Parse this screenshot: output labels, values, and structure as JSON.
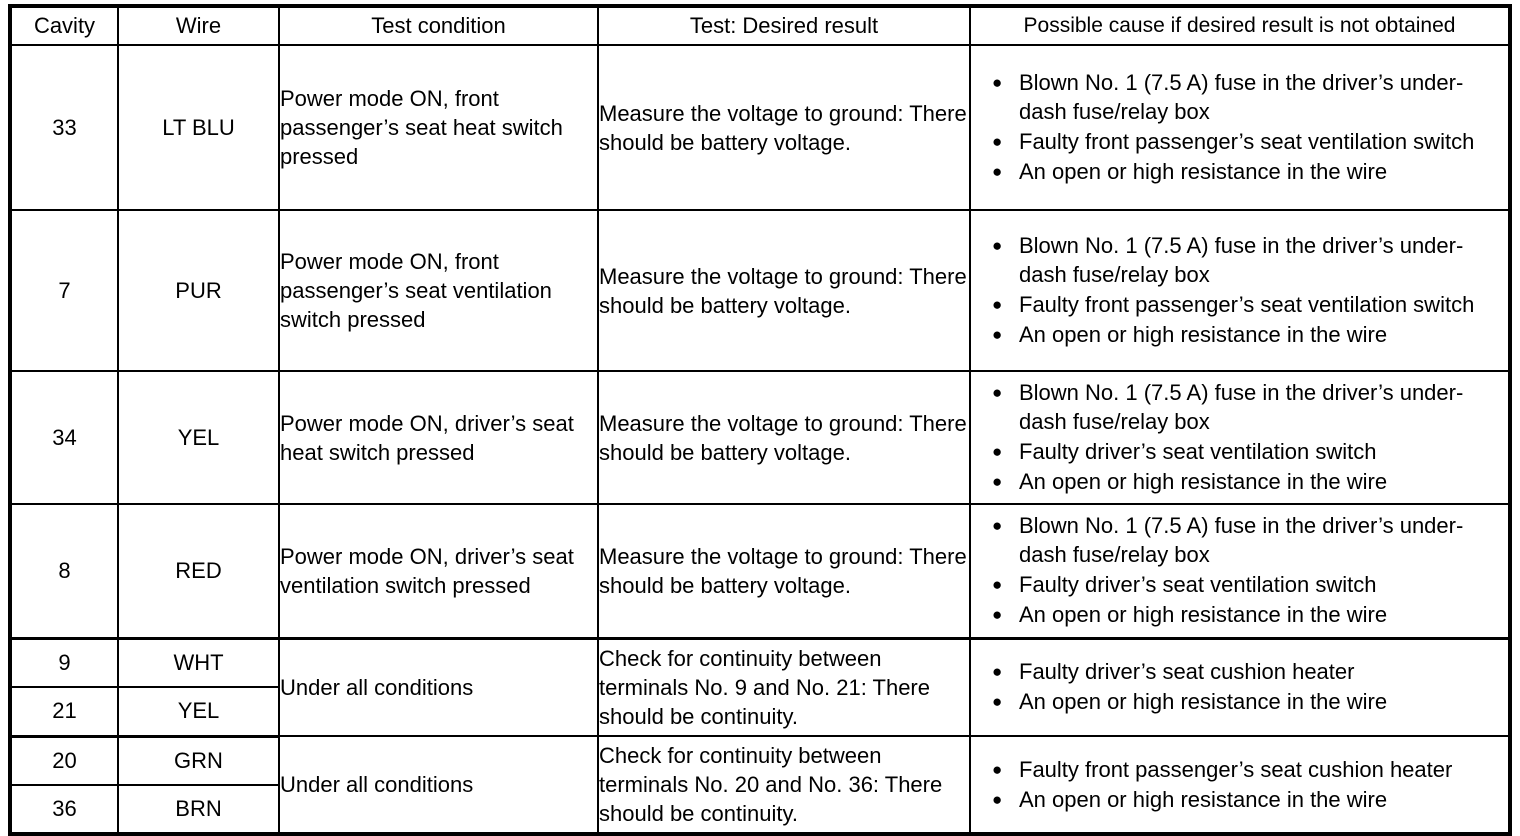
{
  "table": {
    "headers": {
      "cavity": "Cavity",
      "wire": "Wire",
      "test_condition": "Test condition",
      "desired_result": "Test: Desired result",
      "possible_cause": "Possible cause if desired result is not obtained"
    },
    "bullet_glyph": "●",
    "rows": [
      {
        "cavity": "33",
        "wire": "LT BLU",
        "test_condition": "Power mode ON, front passenger’s seat heat switch pressed",
        "desired_result": "Measure the voltage to ground: There should be battery voltage.",
        "causes": [
          "Blown No. 1 (7.5 A) fuse in the driver’s under-dash fuse/relay box",
          "Faulty front passenger’s seat ventilation switch",
          "An open or high resistance in the wire"
        ]
      },
      {
        "cavity": "7",
        "wire": "PUR",
        "test_condition": "Power mode ON, front passenger’s seat ventilation switch pressed",
        "desired_result": "Measure the voltage to ground: There should be battery voltage.",
        "causes": [
          "Blown No. 1 (7.5 A) fuse in the driver’s under-dash fuse/relay box",
          "Faulty front passenger’s seat ventilation switch",
          "An open or high resistance in the wire"
        ]
      },
      {
        "cavity": "34",
        "wire": "YEL",
        "test_condition": "Power mode ON, driver’s seat heat switch pressed",
        "desired_result": "Measure the voltage to ground: There should be battery voltage.",
        "causes": [
          "Blown No. 1 (7.5 A) fuse in the driver’s under-dash fuse/relay box",
          "Faulty driver’s seat ventilation switch",
          "An open or high resistance in the wire"
        ]
      },
      {
        "cavity": "8",
        "wire": "RED",
        "test_condition": "Power mode ON, driver’s seat ventilation switch pressed",
        "desired_result": "Measure the voltage to ground: There should be battery voltage.",
        "causes": [
          "Blown No. 1 (7.5 A) fuse in the driver’s under-dash fuse/relay box",
          "Faulty driver’s seat ventilation switch",
          "An open or high resistance in the wire"
        ]
      }
    ],
    "continuity_groups": [
      {
        "pair": [
          {
            "cavity": "9",
            "wire": "WHT"
          },
          {
            "cavity": "21",
            "wire": "YEL"
          }
        ],
        "test_condition": "Under all conditions",
        "desired_result": "Check for continuity between terminals No. 9 and No. 21: There should be continuity.",
        "causes": [
          "Faulty driver’s seat cushion heater",
          "An open or high resistance in the wire"
        ]
      },
      {
        "pair": [
          {
            "cavity": "20",
            "wire": "GRN"
          },
          {
            "cavity": "36",
            "wire": "BRN"
          }
        ],
        "test_condition": "Under all conditions",
        "desired_result": "Check for continuity between terminals No. 20   and No. 36: There should be continuity.",
        "causes": [
          "Faulty front passenger’s seat cushion heater",
          "An open or high resistance in the wire"
        ]
      }
    ]
  }
}
